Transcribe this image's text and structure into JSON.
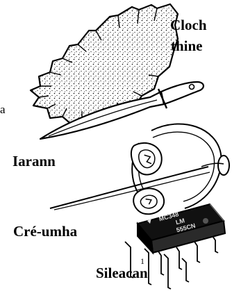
{
  "labels": {
    "stone_line1": "Cloch",
    "stone_line2": "thine",
    "iron": "Iarann",
    "bronze": "Cré-umha",
    "silicon": "Sileacan",
    "fragment_left": "a",
    "fragment_small": "1"
  },
  "chip_markings": {
    "line1": "MC348",
    "line2": "LM",
    "line3": "555CN"
  },
  "colors": {
    "ink": "#000000",
    "paper": "#ffffff",
    "chip_body": "#111111",
    "chip_text": "#dddddd"
  },
  "illustrations": [
    "flint-arrowhead",
    "iron-dagger",
    "bronze-brooch",
    "silicon-chip"
  ]
}
